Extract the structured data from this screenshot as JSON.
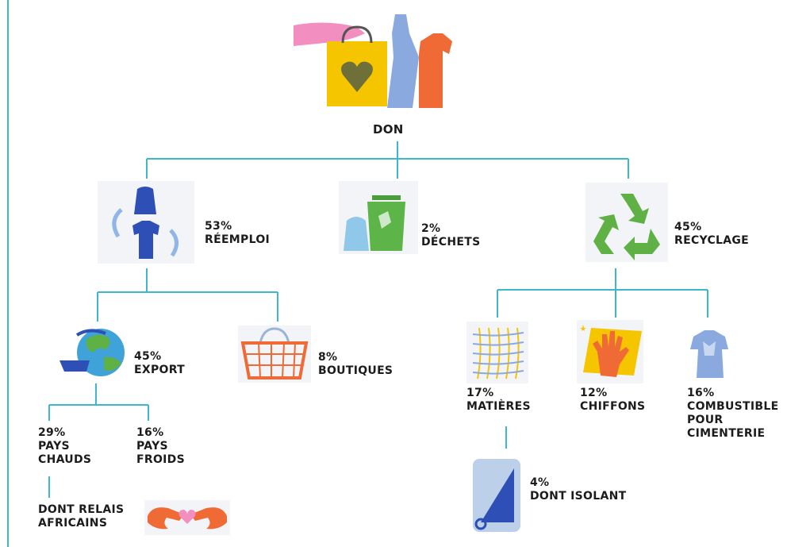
{
  "root": {
    "label": "DON"
  },
  "nodes": {
    "reemploi": {
      "pct": "53%",
      "lines": [
        "RÉEMPLOI"
      ]
    },
    "dechets": {
      "pct": "2%",
      "lines": [
        "DÉCHETS"
      ]
    },
    "recyclage": {
      "pct": "45%",
      "lines": [
        "RECYCLAGE"
      ]
    },
    "export": {
      "pct": "45%",
      "lines": [
        "EXPORT"
      ]
    },
    "boutiques": {
      "pct": "8%",
      "lines": [
        "BOUTIQUES"
      ]
    },
    "pays_chauds": {
      "pct": "29%",
      "lines": [
        "PAYS",
        "CHAUDS"
      ]
    },
    "pays_froids": {
      "pct": "16%",
      "lines": [
        "PAYS",
        "FROIDS"
      ]
    },
    "relais": {
      "lines": [
        "DONT RELAIS",
        "AFRICAINS"
      ]
    },
    "matieres": {
      "pct": "17%",
      "lines": [
        "MATIÈRES"
      ]
    },
    "chiffons": {
      "pct": "12%",
      "lines": [
        "CHIFFONS"
      ]
    },
    "combustible": {
      "pct": "16%",
      "lines": [
        "COMBUSTIBLE",
        "POUR",
        "CIMENTERIE"
      ]
    },
    "isolant": {
      "pct": "4%",
      "lines": [
        "DONT ISOLANT"
      ]
    }
  },
  "colors": {
    "connector": "#3db7c9",
    "text": "#1c1c1c"
  }
}
